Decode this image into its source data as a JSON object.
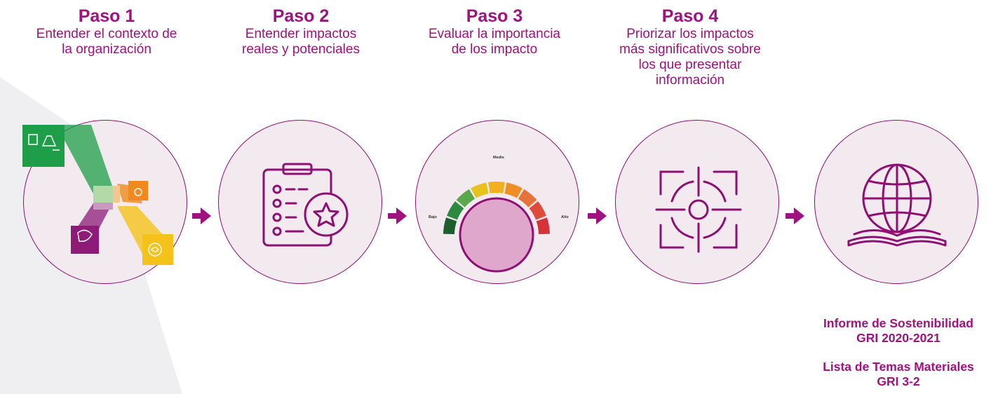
{
  "steps": [
    {
      "title": "Paso 1",
      "description": "Entender el contexto de\nla organización"
    },
    {
      "title": "Paso 2",
      "description": "Entender impactos\nreales y potenciales"
    },
    {
      "title": "Paso 3",
      "description": "Evaluar la importancia\nde los impacto"
    },
    {
      "title": "Paso 4",
      "description": "Priorizar los impactos\nmás significativos sobre\nlos que presentar\ninformación"
    }
  ],
  "gauge": {
    "low_label": "Bajo",
    "mid_label": "Medio",
    "high_label": "Alto"
  },
  "results": [
    {
      "line1": "Informe de Sostenibilidad",
      "line2": "GRI 2020-2021"
    },
    {
      "line1": "Lista de Temas Materiales",
      "line2": "GRI 3-2"
    }
  ],
  "icons": [
    "lab-flask-icon",
    "seedling-heart-icon",
    "leaf-hand-icon",
    "chat-heart-icon",
    "clipboard-star-icon",
    "gauge-icon",
    "target-crosshair-icon",
    "globe-book-icon",
    "arrow-right-icon"
  ],
  "colors": {
    "accent": "#a0127f",
    "circle_fill": "#f2eaef",
    "gauge_center": "#e0a7cc",
    "green": "#1e9e48",
    "orange": "#f08a1c",
    "yellow": "#f5c21a",
    "purple": "#8e1b78"
  }
}
